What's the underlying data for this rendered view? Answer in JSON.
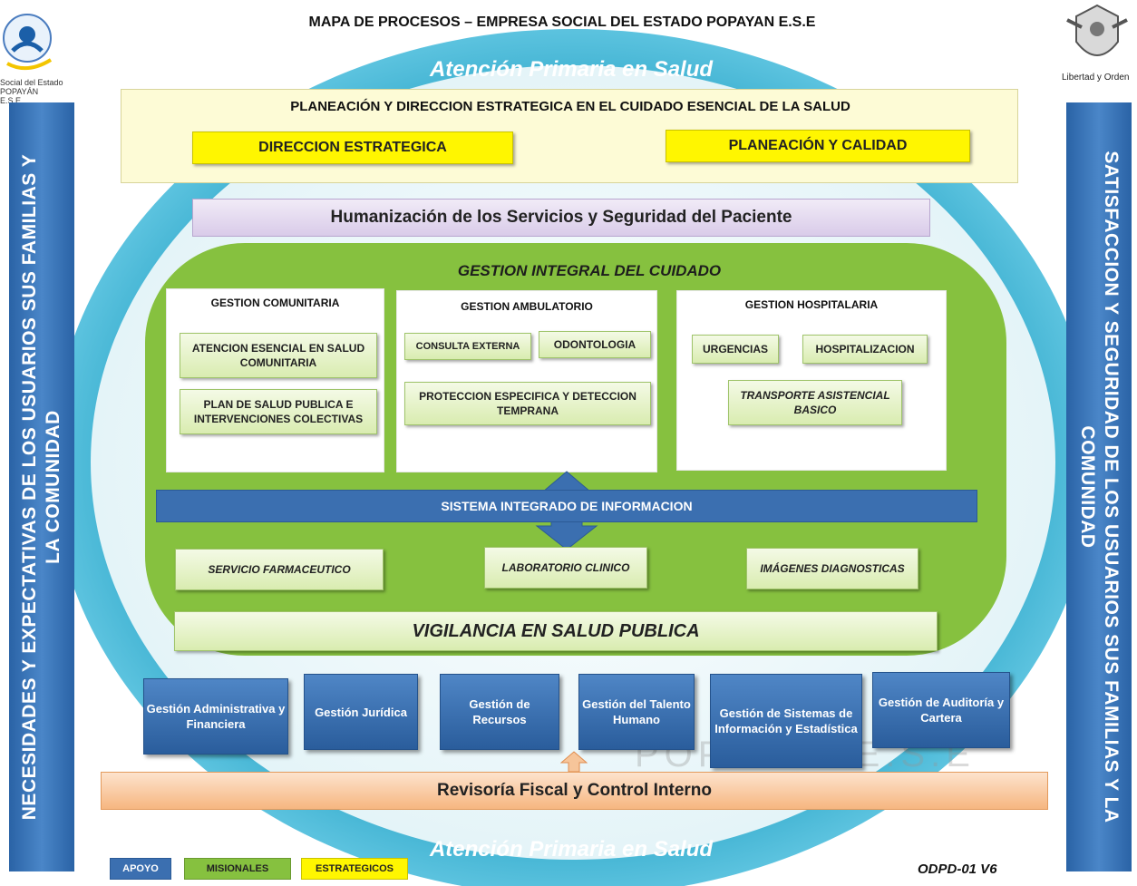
{
  "title": "MAPA DE PROCESOS – EMPRESA SOCIAL DEL ESTADO POPAYAN E.S.E",
  "logo_left": {
    "text": "Social del Estado POPAYÁN E.S.E."
  },
  "logo_right": {
    "caption": "Libertad y Orden"
  },
  "aps_top": "Atención Primaria en Salud",
  "aps_bottom": "Atención Primaria en Salud",
  "left_bar": "NECESIDADES Y EXPECTATIVAS DE LOS USUARIOS SUS FAMILIAS Y LA COMUNIDAD",
  "right_bar": "SATISFACCION Y SEGURIDAD DE LOS USUARIOS SUS FAMILIAS Y LA COMUNIDAD",
  "strategic": {
    "title": "PLANEACIÓN Y DIRECCION ESTRATEGICA EN EL CUIDADO ESENCIAL DE LA SALUD",
    "box1": "DIRECCION ESTRATEGICA",
    "box2": "PLANEACIÓN Y CALIDAD"
  },
  "humanizacion": "Humanización de los Servicios y Seguridad del Paciente",
  "gestion_integral": "GESTION INTEGRAL DEL CUIDADO",
  "comunitaria": {
    "title": "GESTION COMUNITARIA",
    "item1": "ATENCION ESENCIAL EN SALUD COMUNITARIA",
    "item2": "PLAN DE SALUD PUBLICA E INTERVENCIONES COLECTIVAS"
  },
  "ambulatorio": {
    "title": "GESTION AMBULATORIO",
    "item1": "CONSULTA EXTERNA",
    "item2": "ODONTOLOGIA",
    "item3": "PROTECCION ESPECIFICA Y DETECCION TEMPRANA"
  },
  "hospitalaria": {
    "title": "GESTION HOSPITALARIA",
    "item1": "URGENCIAS",
    "item2": "HOSPITALIZACION",
    "item3": "TRANSPORTE ASISTENCIAL BASICO"
  },
  "sistema": "SISTEMA INTEGRADO DE INFORMACION",
  "apoyo_diag": {
    "item1": "SERVICIO FARMACEUTICO",
    "item2": "LABORATORIO CLINICO",
    "item3": "IMÁGENES DIAGNOSTICAS"
  },
  "vigilancia": "VIGILANCIA EN SALUD PUBLICA",
  "support": {
    "item1": "Gestión Administrativa y Financiera",
    "item2": "Gestión Jurídica",
    "item3": "Gestión de Recursos",
    "item4": "Gestión del Talento Humano",
    "item5": "Gestión de Sistemas de Información y Estadística",
    "item6": "Gestión de Auditoría y Cartera"
  },
  "revisoria": "Revisoría Fiscal y Control Interno",
  "legend": {
    "apoyo": "APOYO",
    "misionales": "MISIONALES",
    "estrategicos": "ESTRATEGICOS"
  },
  "code": "ODPD-01 V6",
  "watermark": "POPAYAN E.S.E",
  "colors": {
    "ring": "#2ea7c9",
    "green": "#86c13f",
    "blue": "#3b6fb0",
    "yellow": "#fff600",
    "orange": "#f6b680"
  }
}
